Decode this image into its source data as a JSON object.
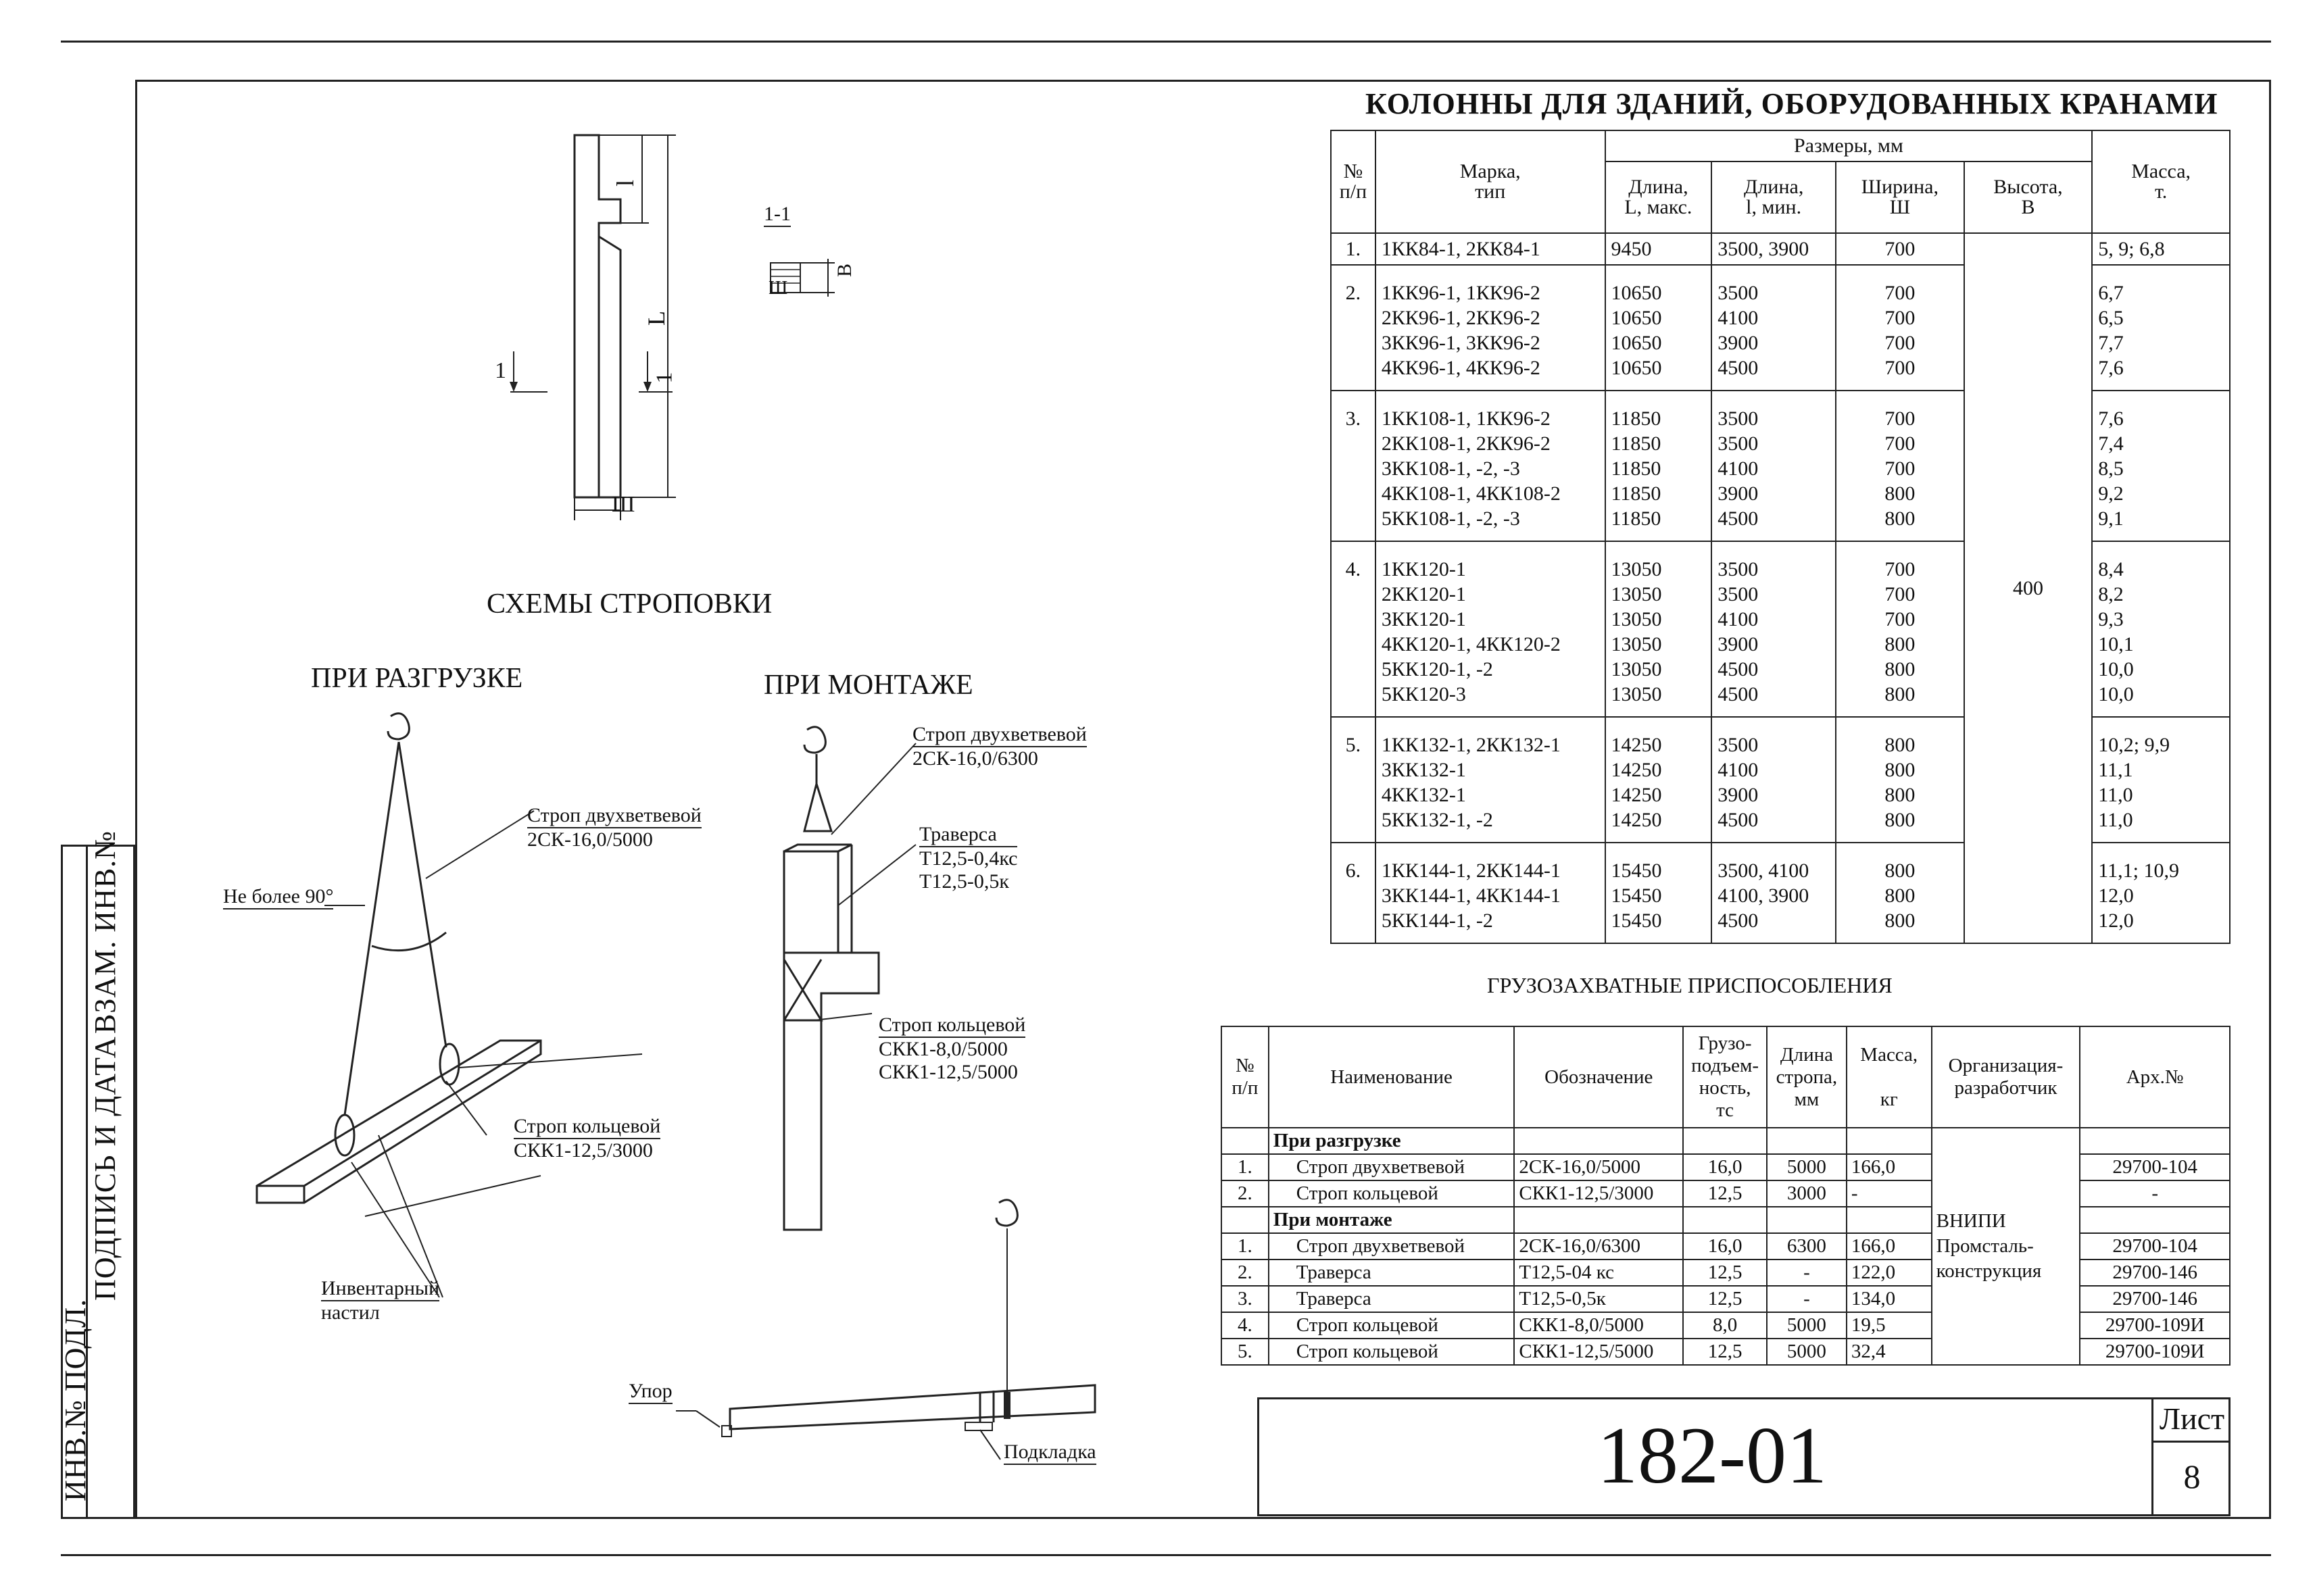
{
  "document": {
    "sheet_code": "182-01",
    "sheet_label": "Лист",
    "sheet_number": "8"
  },
  "stamp": {
    "col1": "ИНВ.№ ПОДЛ.",
    "col2": "ПОДПИСЬ И ДАТА",
    "col3": "ВЗАМ. ИНВ.№"
  },
  "drawing": {
    "section_label": "1-1",
    "dim_l": "l",
    "dim_L": "L",
    "dim_w": "Ш",
    "dim_b": "В",
    "cut_left": "1",
    "cut_right": "1",
    "schemes_title": "СХЕМЫ СТРОПОВКИ",
    "unloading_title": "ПРИ РАЗГРУЗКЕ",
    "mounting_title": "ПРИ МОНТАЖЕ",
    "notes": {
      "sling_two_unload_1": "Строп двухветвевой",
      "sling_two_unload_2": "2СК-16,0/5000",
      "angle": "Не более 90°",
      "sling_ring_unload_1": "Строп кольцевой",
      "sling_ring_unload_2": "СКК1-12,5/3000",
      "inventory_1": "Инвентарный",
      "inventory_2": "настил",
      "sling_two_mount_1": "Строп двухветвевой",
      "sling_two_mount_2": "2СК-16,0/6300",
      "traverse_1": "Траверса",
      "traverse_2": "Т12,5-0,4кс",
      "traverse_3": "Т12,5-0,5к",
      "sling_ring_mount_1": "Строп кольцевой",
      "sling_ring_mount_2": "СКК1-8,0/5000",
      "sling_ring_mount_3": "СКК1-12,5/5000",
      "stop": "Упор",
      "pad": "Подкладка"
    }
  },
  "columns_table": {
    "title": "КОЛОННЫ ДЛЯ ЗДАНИЙ, ОБОРУДОВАННЫХ КРАНАМИ",
    "headers": {
      "no": "№",
      "no2": "п/п",
      "mark": "Марка,",
      "mark2": "тип",
      "sizes": "Размеры,  мм",
      "len_max": "Длина,",
      "len_max2": "L, макс.",
      "len_min": "Длина,",
      "len_min2": "l, мин.",
      "width": "Ширина,",
      "width2": "Ш",
      "height": "Высота,",
      "height2": "В",
      "mass": "Масса,",
      "mass2": "т."
    },
    "height_value": "400",
    "groups": [
      {
        "no": "1.",
        "marks": [
          "1КК84-1, 2КК84-1"
        ],
        "L": [
          "9450"
        ],
        "l": [
          "3500, 3900"
        ],
        "w": [
          "700"
        ],
        "m": [
          "5, 9; 6,8"
        ]
      },
      {
        "no": "2.",
        "marks": [
          "1КК96-1, 1КК96-2",
          "2КК96-1, 2КК96-2",
          "3КК96-1, 3КК96-2",
          "4КК96-1, 4КК96-2"
        ],
        "L": [
          "10650",
          "10650",
          "10650",
          "10650"
        ],
        "l": [
          "3500",
          "4100",
          "3900",
          "4500"
        ],
        "w": [
          "700",
          "700",
          "700",
          "700"
        ],
        "m": [
          "6,7",
          "6,5",
          "7,7",
          "7,6"
        ]
      },
      {
        "no": "3.",
        "marks": [
          "1КК108-1, 1КК96-2",
          "2КК108-1, 2КК96-2",
          "3КК108-1, -2, -3",
          "4КК108-1, 4КК108-2",
          "5КК108-1, -2, -3"
        ],
        "L": [
          "11850",
          "11850",
          "11850",
          "11850",
          "11850"
        ],
        "l": [
          "3500",
          "3500",
          "4100",
          "3900",
          "4500"
        ],
        "w": [
          "700",
          "700",
          "700",
          "800",
          "800"
        ],
        "m": [
          "7,6",
          "7,4",
          "8,5",
          "9,2",
          "9,1"
        ]
      },
      {
        "no": "4.",
        "marks": [
          "1КК120-1",
          "2КК120-1",
          "3КК120-1",
          "4КК120-1, 4КК120-2",
          "5КК120-1, -2",
          "5КК120-3"
        ],
        "L": [
          "13050",
          "13050",
          "13050",
          "13050",
          "13050",
          "13050"
        ],
        "l": [
          "3500",
          "3500",
          "4100",
          "3900",
          "4500",
          "4500"
        ],
        "w": [
          "700",
          "700",
          "700",
          "800",
          "800",
          "800"
        ],
        "m": [
          "8,4",
          "8,2",
          "9,3",
          "10,1",
          "10,0",
          "10,0"
        ]
      },
      {
        "no": "5.",
        "marks": [
          "1КК132-1, 2КК132-1",
          "3КК132-1",
          "4КК132-1",
          "5КК132-1, -2"
        ],
        "L": [
          "14250",
          "14250",
          "14250",
          "14250"
        ],
        "l": [
          "3500",
          "4100",
          "3900",
          "4500"
        ],
        "w": [
          "800",
          "800",
          "800",
          "800"
        ],
        "m": [
          "10,2; 9,9",
          "11,1",
          "11,0",
          "11,0"
        ]
      },
      {
        "no": "6.",
        "marks": [
          "1КК144-1, 2КК144-1",
          "3КК144-1, 4КК144-1",
          "5КК144-1, -2"
        ],
        "L": [
          "15450",
          "15450",
          "15450"
        ],
        "l": [
          "3500, 4100",
          "4100, 3900",
          "4500"
        ],
        "w": [
          "800",
          "800",
          "800"
        ],
        "m": [
          "11,1; 10,9",
          "12,0",
          "12,0"
        ]
      }
    ]
  },
  "devices_table": {
    "title": "ГРУЗОЗАХВАТНЫЕ ПРИСПОСОБЛЕНИЯ",
    "headers": {
      "no": "№",
      "no2": "п/п",
      "name": "Наименование",
      "designation": "Обозначение",
      "capacity1": "Грузо-",
      "capacity2": "подъем-",
      "capacity3": "ность,",
      "capacity4": "тс",
      "length1": "Длина",
      "length2": "стропа,",
      "length3": "мм",
      "mass1": "Масса,",
      "mass2": "кг",
      "org1": "Организация-",
      "org2": "разработчик",
      "arch": "Арх.№"
    },
    "org_value_1": "ВНИПИ",
    "org_value_2": "Промсталь-",
    "org_value_3": "конструкция",
    "sections": [
      {
        "title": "При разгрузке",
        "rows": [
          {
            "no": "1.",
            "name": "Строп двухветвевой",
            "designation": "2СК-16,0/5000",
            "capacity": "16,0",
            "length": "5000",
            "mass": "166,0",
            "arch": "29700-104"
          },
          {
            "no": "2.",
            "name": "Строп кольцевой",
            "designation": "СКК1-12,5/3000",
            "capacity": "12,5",
            "length": "3000",
            "mass": "-",
            "arch": "-"
          }
        ]
      },
      {
        "title": "При монтаже",
        "rows": [
          {
            "no": "1.",
            "name": "Строп двухветвевой",
            "designation": "2СК-16,0/6300",
            "capacity": "16,0",
            "length": "6300",
            "mass": "166,0",
            "arch": "29700-104"
          },
          {
            "no": "2.",
            "name": "Траверса",
            "designation": "Т12,5-04 кс",
            "capacity": "12,5",
            "length": "-",
            "mass": "122,0",
            "arch": "29700-146"
          },
          {
            "no": "3.",
            "name": "Траверса",
            "designation": "Т12,5-0,5к",
            "capacity": "12,5",
            "length": "-",
            "mass": "134,0",
            "arch": "29700-146"
          },
          {
            "no": "4.",
            "name": "Строп кольцевой",
            "designation": "СКК1-8,0/5000",
            "capacity": "8,0",
            "length": "5000",
            "mass": "19,5",
            "arch": "29700-109И"
          },
          {
            "no": "5.",
            "name": "Строп кольцевой",
            "designation": "СКК1-12,5/5000",
            "capacity": "12,5",
            "length": "5000",
            "mass": "32,4",
            "arch": "29700-109И"
          }
        ]
      }
    ]
  }
}
